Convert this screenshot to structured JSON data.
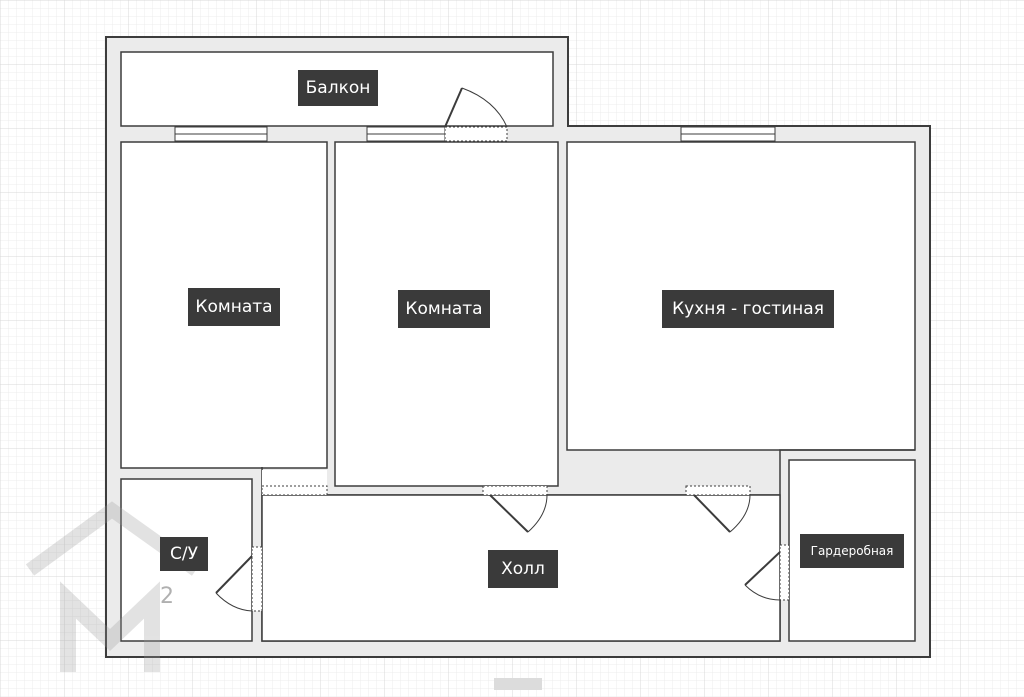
{
  "rooms": [
    {
      "id": "balcony",
      "label": "Балкон"
    },
    {
      "id": "room1",
      "label": "Комната"
    },
    {
      "id": "room2",
      "label": "Комната"
    },
    {
      "id": "kitchen",
      "label": "Кухня - гостиная"
    },
    {
      "id": "bathroom",
      "label": "С/У"
    },
    {
      "id": "hall",
      "label": "Холл"
    },
    {
      "id": "wardrobe",
      "label": "Гардеробная"
    }
  ],
  "watermark": {
    "text": "M2"
  },
  "colors": {
    "wall_fill": "#ebebeb",
    "wall_stroke": "#3c3c3c",
    "grid_minor": "#ececec",
    "grid_major": "#dcdcdc",
    "label_bg": "#3a3a3a",
    "label_text": "#ffffff"
  }
}
